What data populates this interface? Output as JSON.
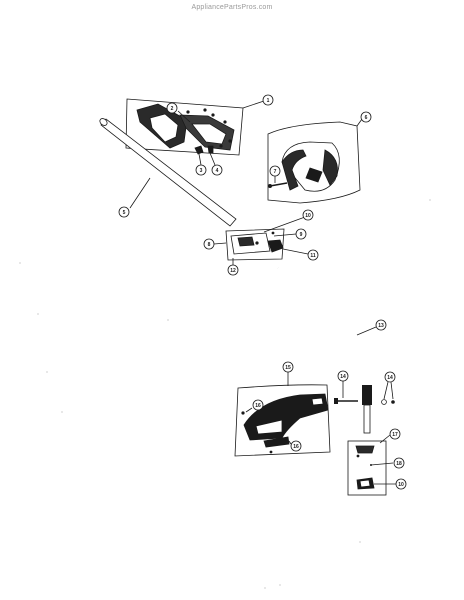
{
  "watermark": "AppliancePartsPros.com",
  "callouts": [
    {
      "id": "c1",
      "label": "1"
    },
    {
      "id": "c2",
      "label": "2"
    },
    {
      "id": "c3",
      "label": "3"
    },
    {
      "id": "c4",
      "label": "4"
    },
    {
      "id": "c5",
      "label": "5"
    },
    {
      "id": "c6",
      "label": "6"
    },
    {
      "id": "c7",
      "label": "7"
    },
    {
      "id": "c8",
      "label": "8"
    },
    {
      "id": "c9",
      "label": "9"
    },
    {
      "id": "c10a",
      "label": "10"
    },
    {
      "id": "c11",
      "label": "11"
    },
    {
      "id": "c12",
      "label": "12"
    },
    {
      "id": "c13",
      "label": "13"
    },
    {
      "id": "c14a",
      "label": "14"
    },
    {
      "id": "c14b",
      "label": "14"
    },
    {
      "id": "c15",
      "label": "15"
    },
    {
      "id": "c16a",
      "label": "16"
    },
    {
      "id": "c16b",
      "label": "16"
    },
    {
      "id": "c17",
      "label": "17"
    },
    {
      "id": "c18",
      "label": "18"
    },
    {
      "id": "c10b",
      "label": "10"
    }
  ]
}
